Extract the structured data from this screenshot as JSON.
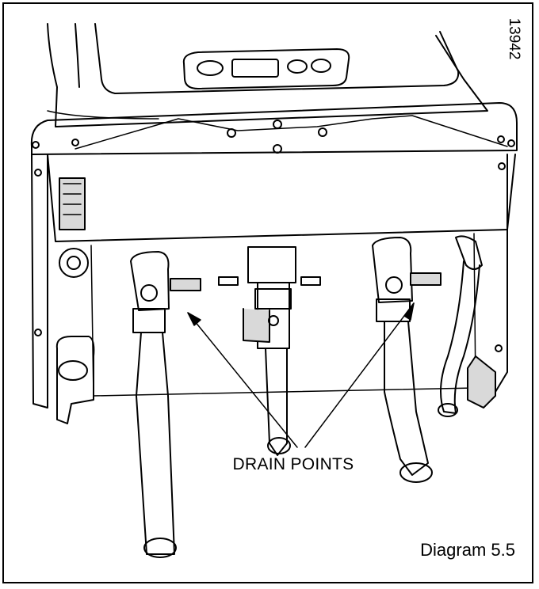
{
  "figure": {
    "reference_code": "13942",
    "callout_label": "DRAIN POINTS",
    "caption": "Diagram 5.5"
  },
  "colors": {
    "line": "#000000",
    "shade": "#d9d9d9",
    "background": "#ffffff"
  }
}
